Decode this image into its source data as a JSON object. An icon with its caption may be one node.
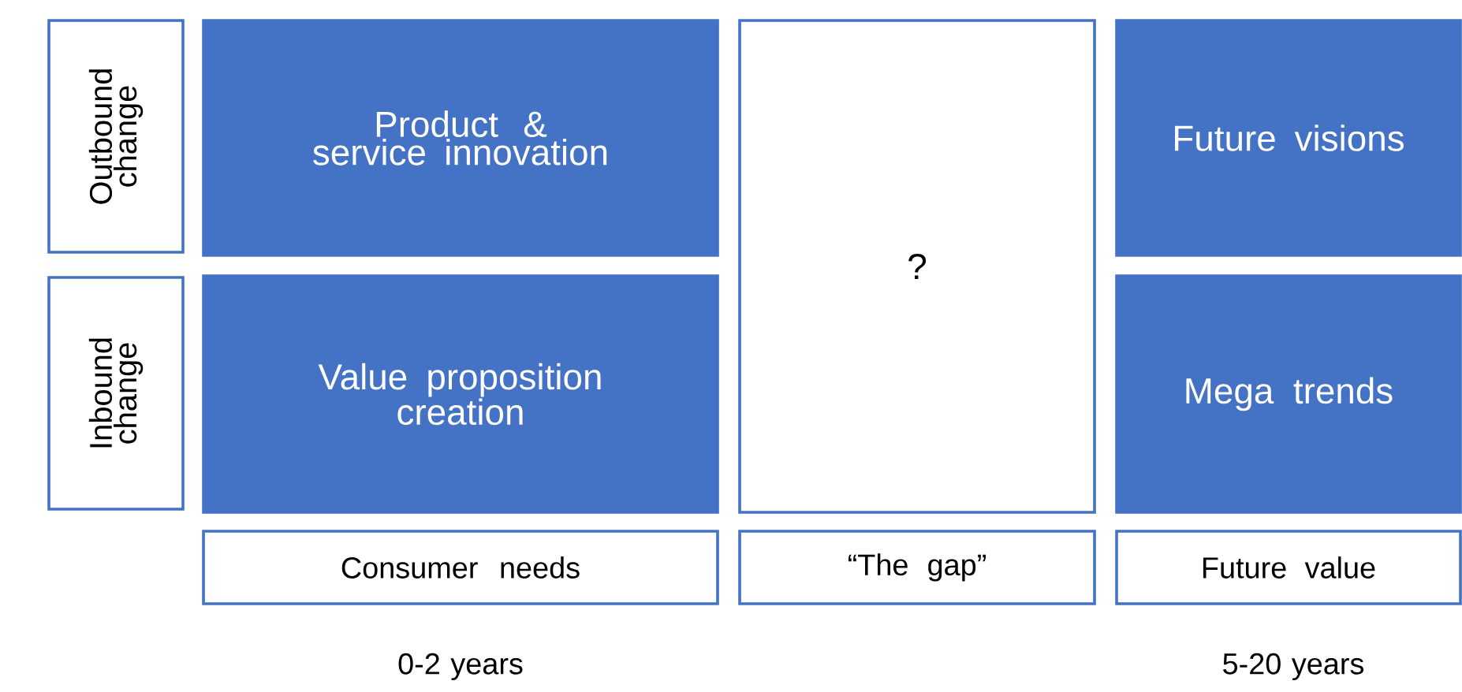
{
  "diagram": {
    "nodes": [
      {
        "text": [
          "Outbound change"
        ]
      },
      {
        "text": [
          "Inbound change"
        ]
      },
      {
        "text": [
          "Product & service innovation"
        ]
      },
      {
        "text": [
          "Value proposition creation"
        ]
      },
      {
        "text": [
          "?"
        ]
      },
      {
        "text": [
          "Future visions"
        ]
      },
      {
        "text": [
          "Mega trends"
        ]
      },
      {
        "text": [
          "Consumer needs"
        ]
      },
      {
        "text": [
          "“The gap”"
        ]
      },
      {
        "text": [
          "Future value"
        ]
      }
    ],
    "labels": [
      "0-2 years",
      "5-20 years"
    ]
  }
}
